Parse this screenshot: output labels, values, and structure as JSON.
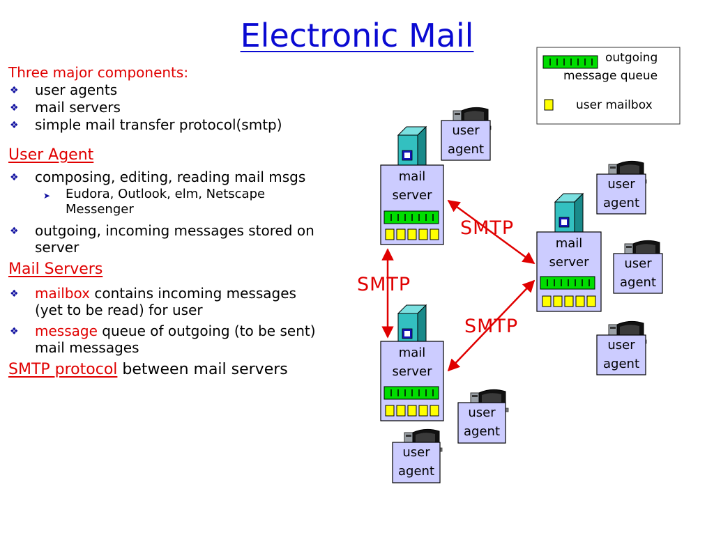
{
  "title": "Electronic Mail",
  "left": {
    "intro": "Three major components:",
    "components": [
      "user agents",
      "mail servers",
      "simple mail transfer protocol(smtp)"
    ],
    "ua_heading": "User Agent",
    "ua_item1": "composing, editing, reading mail msgs",
    "ua_sub_line1": "Eudora, Outlook, elm, Netscape",
    "ua_sub_line2": "Messenger",
    "ua_item2_line1": "outgoing, incoming messages stored on",
    "ua_item2_line2": "server",
    "ms_heading": "Mail Servers",
    "ms_item1_red": "mailbox",
    "ms_item1_rest": " contains incoming messages",
    "ms_item1_line2": "(yet to be read) for user",
    "ms_item2_red": "message",
    "ms_item2_rest": " queue of outgoing (to be sent)",
    "ms_item2_line2": "mail messages",
    "smtp_link": "SMTP protocol",
    "smtp_rest": " between mail servers"
  },
  "legend": {
    "queue_line1": "outgoing",
    "queue_line2": "message queue",
    "mailbox": "user mailbox"
  },
  "diagram": {
    "mail_server_line1": "mail",
    "mail_server_line2": "server",
    "user_agent_line1": "user",
    "user_agent_line2": "agent",
    "smtp": "SMTP"
  },
  "colors": {
    "title": "#0a0ad2",
    "accent_red": "#e00000",
    "box_fill": "#ccccff",
    "queue_green": "#00dd00",
    "mailbox_yellow": "#ffff00",
    "tower_teal": "#33c0c0",
    "arrow": "#e00000"
  }
}
